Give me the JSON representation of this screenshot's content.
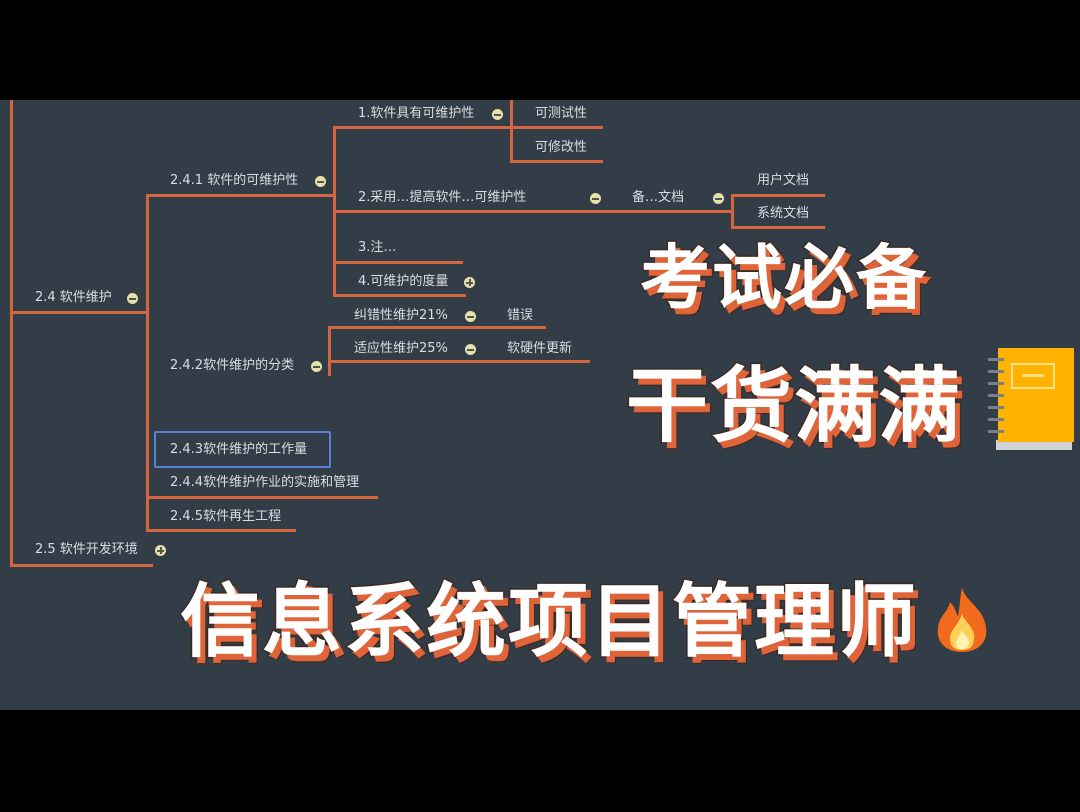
{
  "mindmap": {
    "root_children": [
      {
        "label": "2.4 软件维护"
      },
      {
        "label": "2.5 软件开发环境"
      }
    ],
    "section_2_4": [
      {
        "label": "2.4.1 软件的可维护性"
      },
      {
        "label": "2.4.2软件维护的分类"
      },
      {
        "label": "2.4.3软件维护的工作量"
      },
      {
        "label": "2.4.4软件维护作业的实施和管理"
      },
      {
        "label": "2.4.5软件再生工程"
      }
    ],
    "section_2_4_1": [
      {
        "label": "1.软件具有可维护性"
      },
      {
        "label": "2.采用…提高软件…可维护性"
      },
      {
        "label": "3.注…"
      },
      {
        "label": "4.可维护的度量"
      }
    ],
    "maintainability": [
      "可测试性",
      "可修改性"
    ],
    "docs_node": "备…文档",
    "docs": [
      "用户文档",
      "系统文档"
    ],
    "section_2_4_2": [
      {
        "label": "纠错性维护21%",
        "child": "错误"
      },
      {
        "label": "适应性维护25%",
        "child": "软硬件更新"
      }
    ]
  },
  "overlay": {
    "line1": "考试必备",
    "line2": "信息系统项目管理师",
    "line3": "干货满满",
    "icons": [
      "fire-icon",
      "notebook-icon"
    ]
  },
  "colors": {
    "background": "#333d47",
    "branch": "#d5653e",
    "selection": "#5a7fd6",
    "overlay_shadow": "#e0643a"
  }
}
